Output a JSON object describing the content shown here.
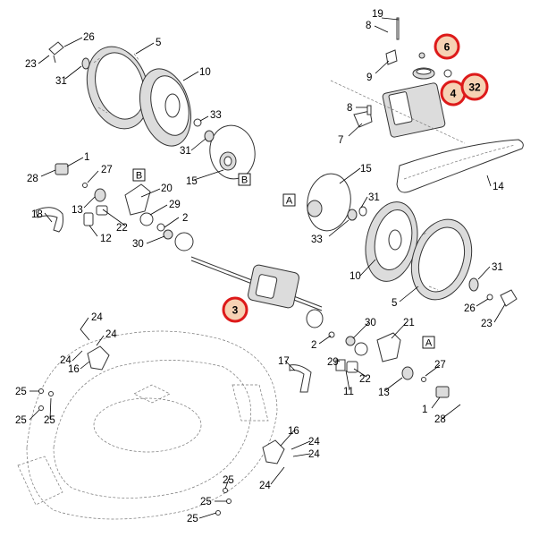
{
  "diagram": {
    "labels": [
      "19",
      "8",
      "9",
      "8",
      "7",
      "26",
      "23",
      "31",
      "5",
      "10",
      "33",
      "31",
      "15",
      "1",
      "28",
      "27",
      "13",
      "12",
      "18",
      "22",
      "20",
      "29",
      "2",
      "30",
      "15",
      "31",
      "33",
      "10",
      "5",
      "14",
      "31",
      "26",
      "23",
      "24",
      "24",
      "24",
      "16",
      "25",
      "25",
      "25",
      "17",
      "2",
      "30",
      "21",
      "29",
      "11",
      "22",
      "27",
      "13",
      "1",
      "28",
      "16",
      "24",
      "24",
      "24",
      "25",
      "25",
      "25"
    ],
    "highlighted": [
      "6",
      "4",
      "32",
      "3"
    ],
    "section_marks": [
      "B",
      "B",
      "A",
      "A"
    ]
  },
  "colors": {
    "highlight_fill": "#f6d2b4",
    "highlight_ring": "#dd1a1a"
  }
}
